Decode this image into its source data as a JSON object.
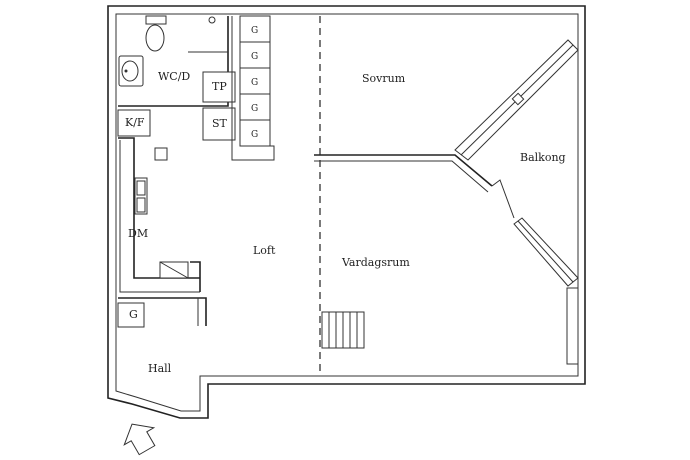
{
  "rooms": {
    "wc": "WC/D",
    "tp": "TP",
    "st": "ST",
    "kf": "K/F",
    "dm": "DM",
    "loft": "Loft",
    "sovrum": "Sovrum",
    "vardagsrum": "Vardagsrum",
    "balkong": "Balkong",
    "hall": "Hall",
    "closet": "G"
  },
  "wardrobes": [
    "G",
    "G",
    "G",
    "G",
    "G"
  ]
}
